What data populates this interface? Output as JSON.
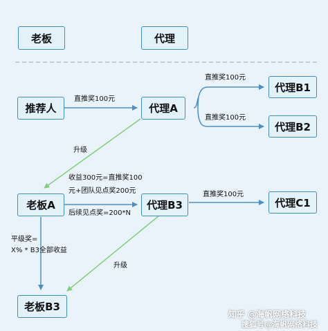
{
  "nodes": {
    "boss_header": "老板",
    "agent_header": "代理",
    "referrer": "推荐人",
    "agent_a": "代理A",
    "agent_b1": "代理B1",
    "agent_b2": "代理B2",
    "boss_a": "老板A",
    "agent_b3": "代理B3",
    "agent_c1": "代理C1",
    "boss_b3": "老板B3"
  },
  "labels": {
    "referrer_to_a": "直推奖100元",
    "a_to_b1": "直推奖100元",
    "a_to_b2": "直推奖100元",
    "upgrade_1": "升级",
    "boss_a_income_line1": "收益300元=直推奖100",
    "boss_a_income_line2": "元+团队见点奖200元",
    "boss_a_income_line3": "后续见点奖=200*N",
    "b3_to_c1": "直推奖100元",
    "peer_bonus_line1": "平级奖=",
    "peer_bonus_line2": "X% * B3全部收益",
    "upgrade_2": "升级"
  },
  "watermark": {
    "line1": "知乎 @海帆网络科技",
    "line2": "搜狐号@海帆网络科技"
  },
  "colors": {
    "box_border": "#3b8ec6",
    "box_fill": "#e3f1f9",
    "arrow_blue": "#4a90c8",
    "arrow_green": "#7fd07a",
    "background": "#eaf3f9"
  }
}
